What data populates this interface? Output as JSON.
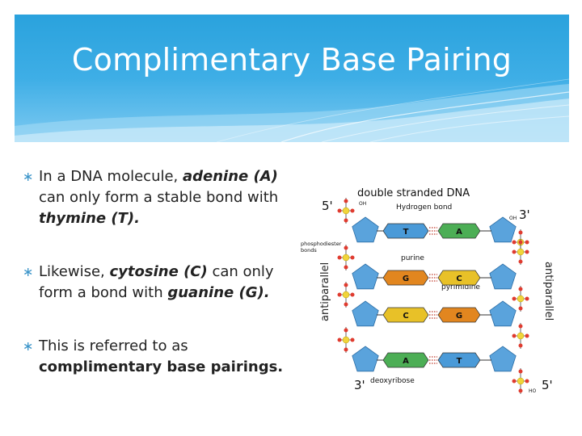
{
  "slide": {
    "title": "Complimentary Base Pairing",
    "bullets": [
      {
        "parts": [
          {
            "t": "In a DNA molecule, ",
            "s": "plain"
          },
          {
            "t": "adenine (A)",
            "s": "bi"
          },
          {
            "t": " can only form a stable bond with ",
            "s": "plain"
          },
          {
            "t": "thymine (T).",
            "s": "bi"
          }
        ]
      },
      {
        "parts": [
          {
            "t": "Likewise, ",
            "s": "plain"
          },
          {
            "t": "cytosine (C)",
            "s": "bi"
          },
          {
            "t": " can only form a bond with ",
            "s": "plain"
          },
          {
            "t": "guanine (G).",
            "s": "bi"
          }
        ]
      },
      {
        "parts": [
          {
            "t": "This is referred to as ",
            "s": "plain"
          },
          {
            "t": "complimentary base pairings.",
            "s": "b"
          }
        ]
      }
    ]
  },
  "diagram": {
    "title": "double stranded DNA",
    "hydrogen_bond": "Hydrogen bond",
    "label_5_top": "5'",
    "label_3_top": "3'",
    "label_3_bottom": "3'",
    "label_5_bottom": "5'",
    "phosphodiester": "phosphodiester",
    "bonds": "bonds",
    "purine": "purine",
    "pyrimidine": "pyrimidine",
    "deoxyribose": "deoxyribose",
    "antiparallel_left": "antiparallel",
    "antiparallel_right": "antiparallel",
    "oh_top_left": "OH",
    "oh_top_right": "OH",
    "ho_bottom_right": "HO",
    "pairs": [
      {
        "left": "T",
        "right": "A",
        "left_color": "#4a9ad8",
        "right_color": "#4cae55"
      },
      {
        "left": "G",
        "right": "C",
        "left_color": "#e2861f",
        "right_color": "#e8c128"
      },
      {
        "left": "C",
        "right": "G",
        "left_color": "#e8c128",
        "right_color": "#e2861f"
      },
      {
        "left": "A",
        "right": "T",
        "left_color": "#4cae55",
        "right_color": "#4a9ad8"
      }
    ],
    "colors": {
      "sugar": "#5aa3dc",
      "phosphate": "#f1d53a",
      "bond": "#c0392b"
    }
  }
}
